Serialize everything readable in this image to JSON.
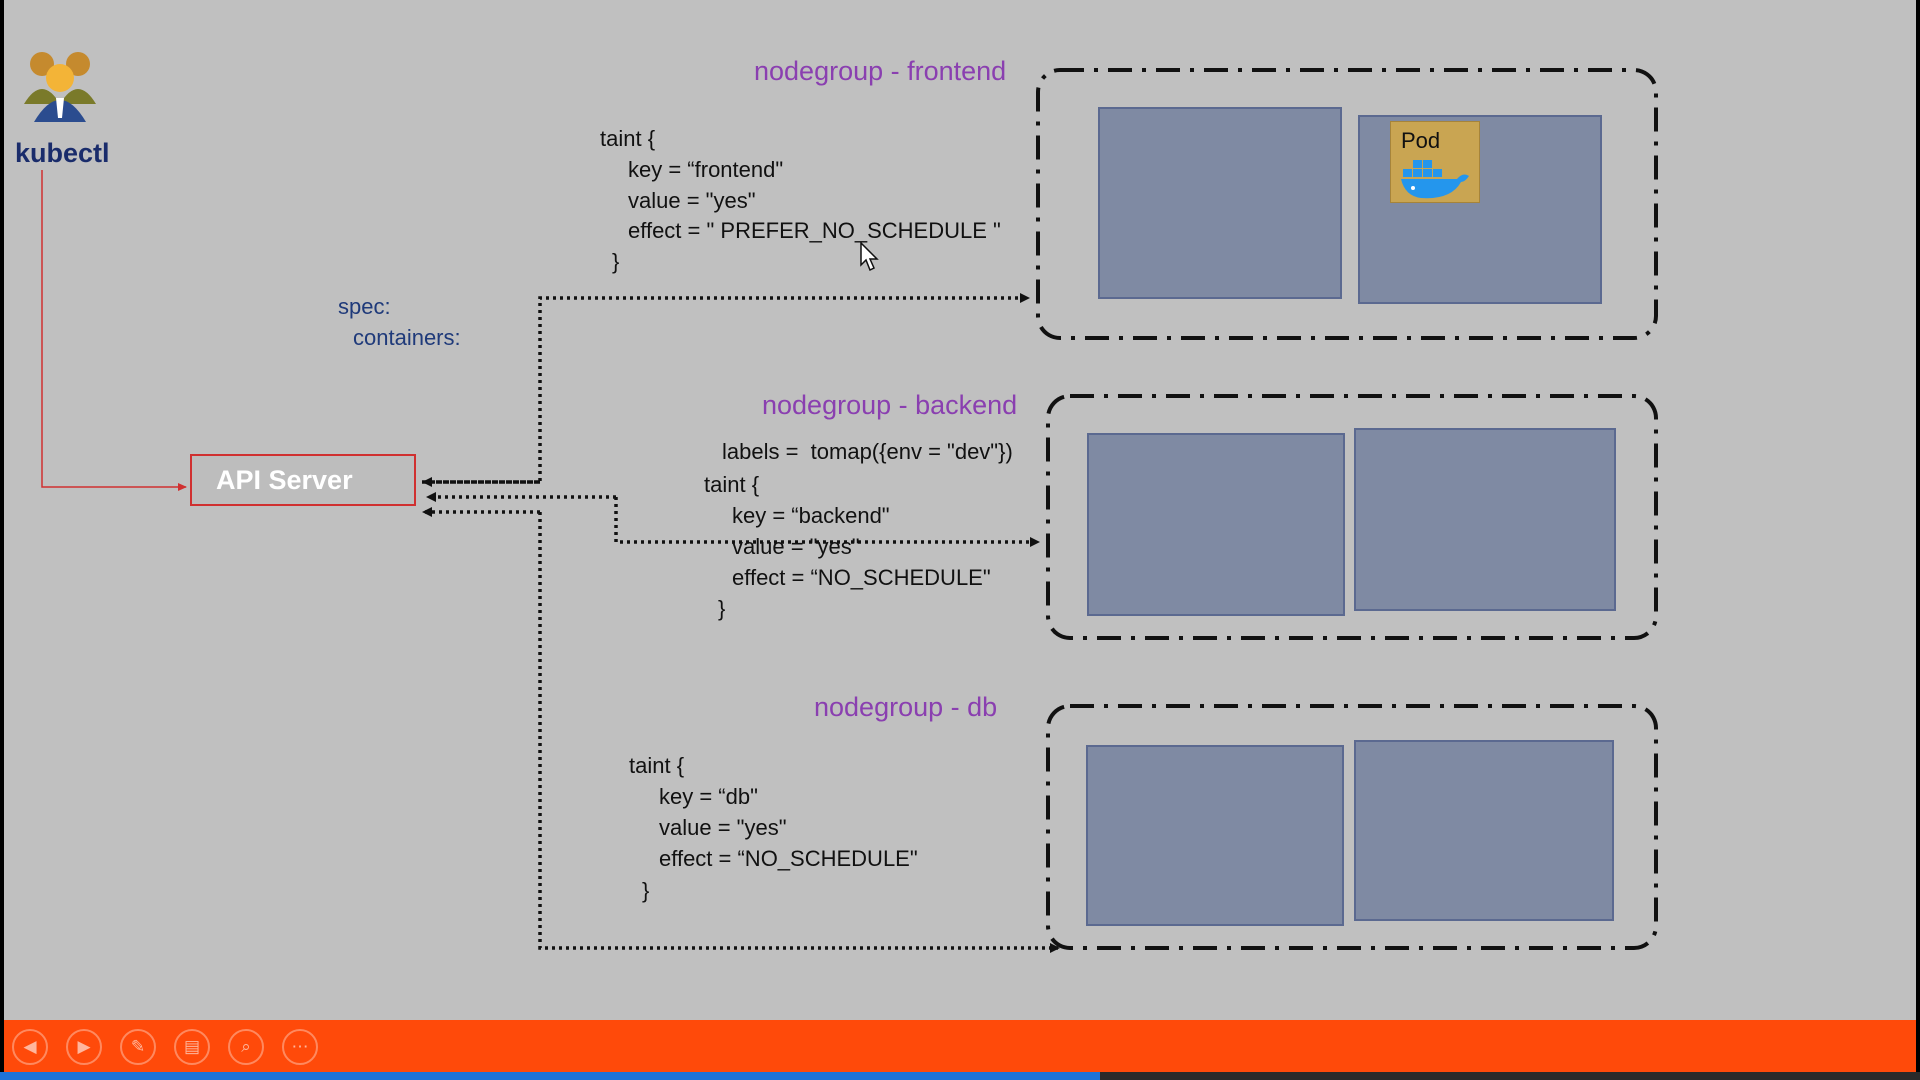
{
  "kubectl": {
    "label": "kubectl",
    "icon": "users-icon"
  },
  "spec": {
    "line1": "spec:",
    "line2": "containers:"
  },
  "api_server": {
    "label": "API Server"
  },
  "nodegroups": {
    "frontend": {
      "title": "nodegroup - frontend",
      "code": [
        "taint {",
        "key = “frontend\"",
        "value = \"yes\"",
        "effect = \" PREFER_NO_SCHEDULE \"",
        "}"
      ]
    },
    "backend": {
      "title": "nodegroup - backend",
      "code": [
        "labels =  tomap({env = \"dev\"})",
        "taint {",
        "key = “backend\"",
        "value = \"yes\"",
        "effect = “NO_SCHEDULE\"",
        "}"
      ]
    },
    "db": {
      "title": "nodegroup - db",
      "code": [
        "taint {",
        "key = “db\"",
        "value = \"yes\"",
        "effect = “NO_SCHEDULE\"",
        "}"
      ]
    }
  },
  "pod": {
    "label": "Pod",
    "icon": "docker-whale-icon"
  },
  "toolbar": {
    "buttons": [
      {
        "name": "previous",
        "icon": "arrow-left-icon",
        "glyph": "◀"
      },
      {
        "name": "next",
        "icon": "arrow-right-icon",
        "glyph": "▶"
      },
      {
        "name": "pen",
        "icon": "pen-icon",
        "glyph": "✎"
      },
      {
        "name": "slides",
        "icon": "slides-icon",
        "glyph": "▤"
      },
      {
        "name": "zoom",
        "icon": "zoom-icon",
        "glyph": "⌕"
      },
      {
        "name": "more",
        "icon": "more-icon",
        "glyph": "⋯"
      }
    ]
  },
  "progress": {
    "fraction": 0.573
  },
  "colors": {
    "slide_bg": "#c0c0c0",
    "nodegroup_title": "#8a3fb0",
    "node": "#7f8aa3",
    "toolbar": "#ff4a0a",
    "api_border": "#d03030",
    "progress": "#1e73d8"
  }
}
